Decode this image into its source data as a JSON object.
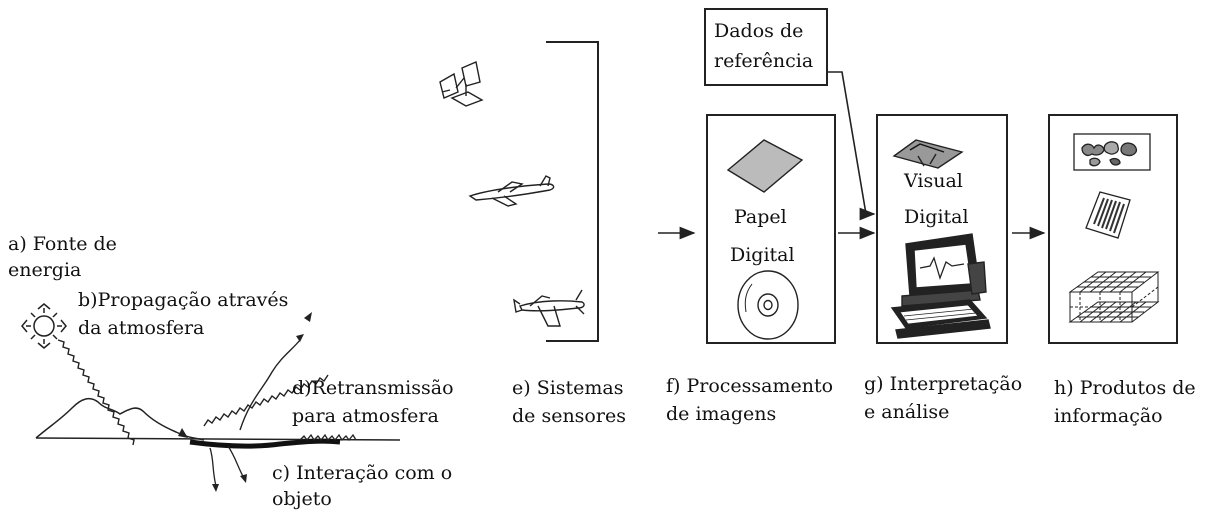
{
  "labels": {
    "a_line1": "a) Fonte de",
    "a_line2": "energia",
    "b_line1": "b)Propagação através",
    "b_line2": "da atmosfera",
    "d_line1": "d)Retransmissão",
    "d_line2": "para atmosfera",
    "c_line1": "c) Interação com o",
    "c_line2": "objeto",
    "e_line1": "e) Sistemas",
    "e_line2": "de sensores",
    "f_line1": "f) Processamento",
    "f_line2": "de imagens",
    "g_line1": "g) Interpretação",
    "g_line2": "e análise",
    "h_line1": "h) Produtos de",
    "h_line2": "informação"
  },
  "reference_box": {
    "line1": "Dados de",
    "line2": "referência"
  },
  "processing_box": {
    "paper": "Papel",
    "digital": "Digital"
  },
  "interpretation_box": {
    "visual": "Visual",
    "digital": "Digital"
  },
  "icons": {
    "sun": "sun-icon",
    "satellite": "satellite-icon",
    "jet": "jet-airplane-icon",
    "plane": "propeller-airplane-icon",
    "paper": "paper-sheet-icon",
    "disc": "cd-disc-icon",
    "terrain": "terrain-map-icon",
    "computer": "computer-workstation-icon",
    "map": "map-product-icon",
    "report": "report-document-icon",
    "grid": "data-grid-icon"
  }
}
